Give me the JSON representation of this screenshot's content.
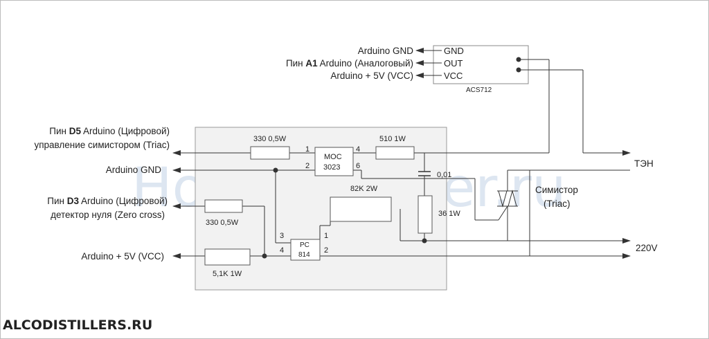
{
  "watermark": "HomeDistiller.ru",
  "site": "ALCODISTILLERS.RU",
  "sensor": {
    "name": "ACS712",
    "pins": [
      "GND",
      "OUT",
      "VCC"
    ]
  },
  "sensor_labels": {
    "gnd": "Arduino  GND",
    "out_pre": "Пин ",
    "out_bold": "A1",
    "out_post": " Arduino (Аналоговый)",
    "vcc": "Arduino  + 5V (VCC)"
  },
  "left_labels": {
    "d5_pre": "Пин ",
    "d5_bold": "D5",
    "d5_post": " Arduino (Цифровой)",
    "d5_line2": "управление симистором (Triac)",
    "gnd": "Arduino  GND",
    "d3_pre": "Пин ",
    "d3_bold": "D3",
    "d3_post": " Arduino (Цифровой)",
    "d3_line2": "детектор нуля (Zero cross)",
    "vcc": "Arduino  + 5V (VCC)"
  },
  "components": {
    "r1": "330 0,5W",
    "moc": [
      "MOC",
      "3023"
    ],
    "r2": "510 1W",
    "cap": "0,01",
    "r3": "82K 2W",
    "r4": "36 1W",
    "r5": "330 0,5W",
    "pc": [
      "PC",
      "814"
    ],
    "r6": "5,1K 1W"
  },
  "pin_numbers": {
    "moc1": "1",
    "moc2": "2",
    "moc4": "4",
    "moc6": "6",
    "pc1": "1",
    "pc2": "2",
    "pc3": "3",
    "pc4": "4"
  },
  "right_labels": {
    "load": "ТЭН",
    "triac_line1": "Симистор",
    "triac_line2": "(Triac)",
    "mains": "220V"
  }
}
